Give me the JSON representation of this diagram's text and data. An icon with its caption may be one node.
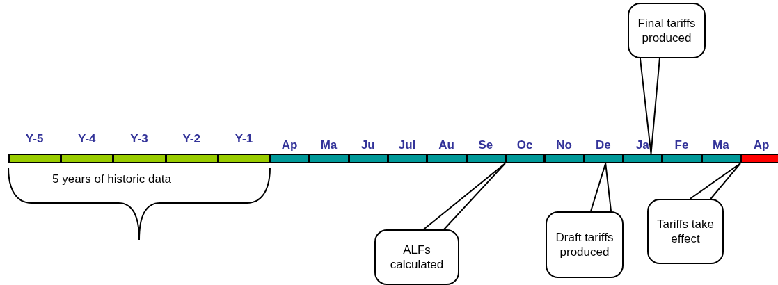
{
  "diagram": {
    "nodes": [
      {
        "text": [
          "Y-5"
        ]
      },
      {
        "text": [
          "Y-4"
        ]
      },
      {
        "text": [
          "Y-3"
        ]
      },
      {
        "text": [
          "Y-2"
        ]
      },
      {
        "text": [
          "Y-1"
        ]
      },
      {
        "text": [
          "Ap"
        ]
      },
      {
        "text": [
          "Ma"
        ]
      },
      {
        "text": [
          "Ju"
        ]
      },
      {
        "text": [
          "Jul"
        ]
      },
      {
        "text": [
          "Au"
        ]
      },
      {
        "text": [
          "Se"
        ]
      },
      {
        "text": [
          "Oc"
        ]
      },
      {
        "text": [
          "No"
        ]
      },
      {
        "text": [
          "De"
        ]
      },
      {
        "text": [
          "Ja"
        ]
      },
      {
        "text": [
          "Fe"
        ]
      },
      {
        "text": [
          "Ma"
        ]
      },
      {
        "text": [
          "Ap"
        ]
      },
      {
        "text": [
          "Final tariffs produced"
        ]
      },
      {
        "text": [
          "ALFs calculated"
        ]
      },
      {
        "text": [
          "Draft tariffs produced"
        ]
      },
      {
        "text": [
          "Tariffs take effect"
        ]
      }
    ],
    "edges": [
      {
        "from": 18,
        "to": 14,
        "arrow": "none"
      },
      {
        "from": 19,
        "to": 10,
        "arrow": "none"
      },
      {
        "from": 20,
        "to": 13,
        "arrow": "none"
      },
      {
        "from": 21,
        "to": 17,
        "arrow": "none"
      }
    ],
    "labels": [
      "5 years of historic data"
    ]
  }
}
